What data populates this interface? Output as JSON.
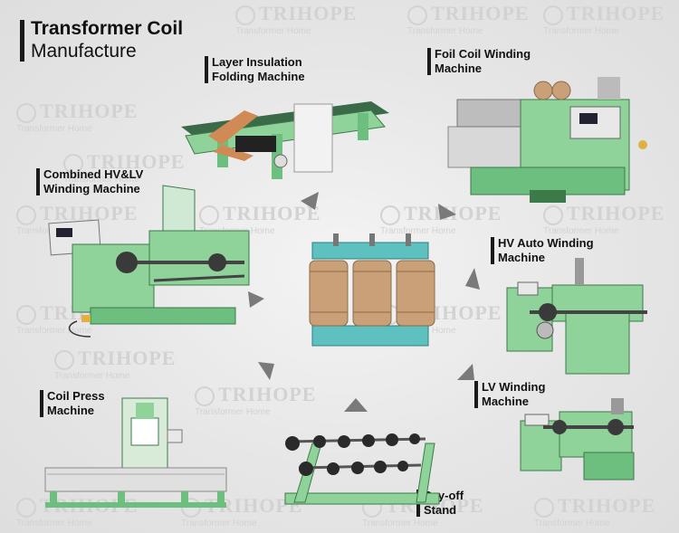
{
  "title": {
    "line1": "Transformer Coil",
    "line2": "Manufacture"
  },
  "center": {
    "name": "transformer"
  },
  "machines": [
    {
      "id": "layer-insulation",
      "line1": "Layer Insulation",
      "line2": "Folding Machine"
    },
    {
      "id": "foil-coil",
      "line1": "Foil Coil Winding",
      "line2": "Machine"
    },
    {
      "id": "combined-hv-lv",
      "line1": "Combined HV&LV",
      "line2": "Winding Machine"
    },
    {
      "id": "hv-auto",
      "line1": "HV Auto Winding",
      "line2": "Machine"
    },
    {
      "id": "lv-winding",
      "line1": "LV Winding",
      "line2": "Machine"
    },
    {
      "id": "coil-press",
      "line1": "Coil Press",
      "line2": "Machine"
    },
    {
      "id": "pay-off",
      "line1": "Pay-off",
      "line2": "Stand"
    }
  ],
  "watermark": {
    "brand": "TRIHOPE",
    "tagline": "Transformer Home"
  },
  "colors": {
    "machine_green": "#8fd39a",
    "machine_dark": "#3d7a4a",
    "coil_tan": "#c9a078",
    "frame_teal": "#5fc0c0",
    "arrow_gray": "#7a7a7a",
    "label_bar": "#1a1a1a"
  }
}
